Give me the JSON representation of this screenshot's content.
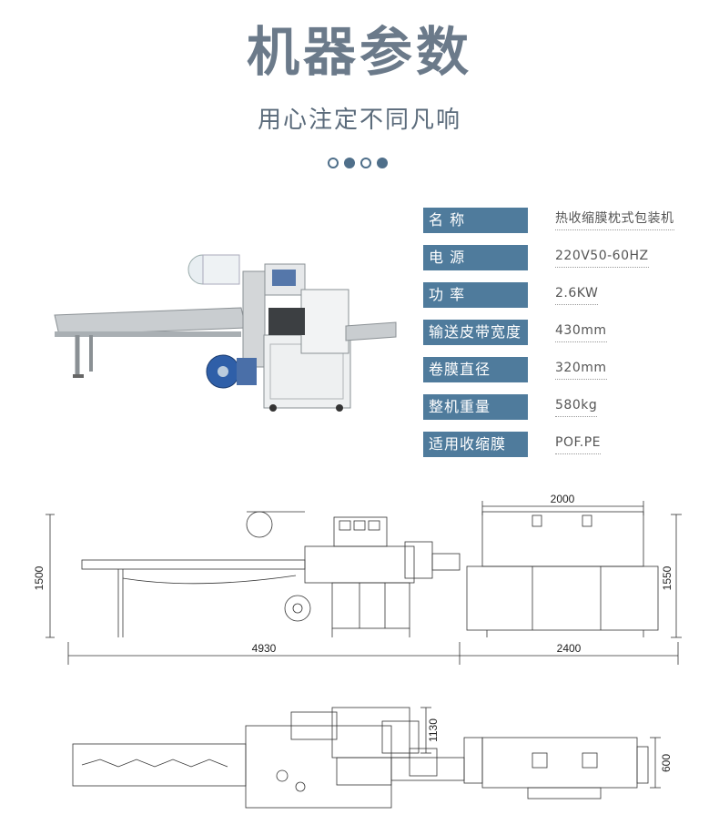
{
  "header": {
    "title": "机器参数",
    "subtitle": "用心注定不同凡响",
    "title_color": "#6b7a8a",
    "subtitle_color": "#5b6b7b",
    "dot_color": "#4f6f8a"
  },
  "params": {
    "label_bg": "#4f7b9c",
    "rows": [
      {
        "label": "名 称",
        "value": "热收缩膜枕式包装机"
      },
      {
        "label": "电 源",
        "value": "220V50-60HZ"
      },
      {
        "label": "功 率",
        "value": "2.6KW"
      },
      {
        "label": "输送皮带宽度",
        "value": "430mm"
      },
      {
        "label": "卷膜直径",
        "value": "320mm"
      },
      {
        "label": "整机重量",
        "value": "580kg"
      },
      {
        "label": "适用收缩膜",
        "value": "POF.PE"
      }
    ]
  },
  "drawing": {
    "side": {
      "width_main": "4930",
      "width_tunnel_bottom": "2400",
      "width_tunnel_top": "2000",
      "height_left": "1500",
      "height_right": "1550"
    },
    "top": {
      "height_middle": "1130",
      "height_right": "600"
    }
  }
}
